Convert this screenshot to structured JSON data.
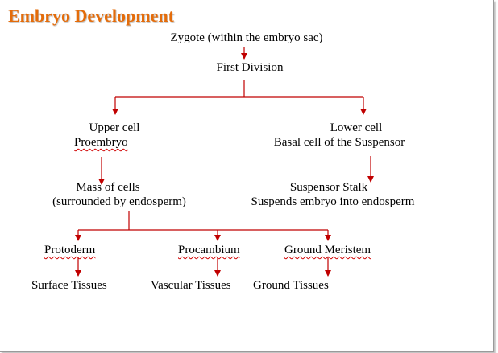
{
  "title": "Embryo Development",
  "nodes": {
    "zygote": "Zygote (within the embryo sac)",
    "first_division": "First Division",
    "upper_cell": "Upper cell",
    "proembryo": "Proembryo",
    "lower_cell": "Lower cell",
    "basal_cell": "Basal cell of the Suspensor",
    "mass_of_cells": "Mass of cells",
    "surrounded_by_endosperm": "(surrounded by endosperm)",
    "suspensor_stalk": "Suspensor Stalk",
    "suspends_embryo": "Suspends embryo into endosperm",
    "protoderm": "Protoderm",
    "procambium": "Procambium",
    "ground_meristem": "Ground Meristem",
    "surface_tissues": "Surface Tissues",
    "vascular_tissues": "Vascular Tissues",
    "ground_tissues": "Ground Tissues"
  },
  "colors": {
    "title": "#e46c0a",
    "connector": "#c00000",
    "text": "#000000"
  }
}
